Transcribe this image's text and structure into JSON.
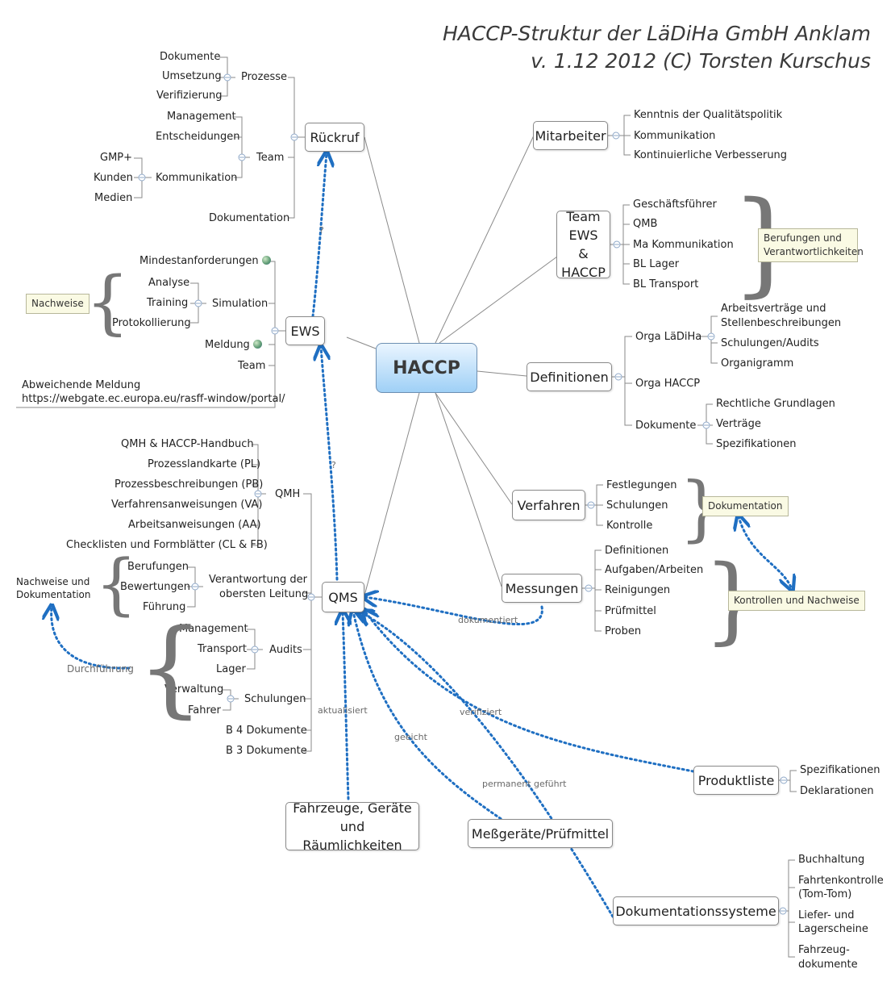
{
  "title": {
    "line1": "HACCP-Struktur der LäDiHa GmbH Anklam",
    "line2": "v. 1.12 2012 (C) Torsten Kurschus"
  },
  "central": "HACCP",
  "branches": {
    "rueckruf": {
      "label": "Rückruf",
      "prozesse": {
        "label": "Prozesse",
        "items": [
          "Dokumente",
          "Umsetzung",
          "Verifizierung"
        ]
      },
      "team": {
        "label": "Team",
        "management": "Management",
        "entscheidungen": "Entscheidungen",
        "kommunikation": {
          "label": "Kommunikation",
          "items": [
            "GMP+",
            "Kunden",
            "Medien"
          ]
        }
      },
      "dokumentation": "Dokumentation"
    },
    "ews": {
      "label": "EWS",
      "mindest": "Mindestanforderungen",
      "simulation": {
        "label": "Simulation",
        "items": [
          "Analyse",
          "Training",
          "Protokollierung"
        ]
      },
      "meldung": "Meldung",
      "team": "Team",
      "abweichend_1": "Abweichende Meldung",
      "abweichend_2": "https://webgate.ec.europa.eu/rasff-window/portal/",
      "nachweise": "Nachweise"
    },
    "qms": {
      "label": "QMS",
      "qmh": {
        "label": "QMH",
        "items": [
          "QMH & HACCP-Handbuch",
          "Prozesslandkarte (PL)",
          "Prozessbeschreibungen (PB)",
          "Verfahrensanweisungen (VA)",
          "Arbeitsanweisungen (AA)",
          "Checklisten und Formblätter (CL & FB)"
        ]
      },
      "verantwortung": {
        "label_1": "Verantwortung der",
        "label_2": "obersten Leitung",
        "items": [
          "Berufungen",
          "Bewertungen",
          "Führung"
        ]
      },
      "audits": {
        "label": "Audits",
        "items": [
          "Management",
          "Transport",
          "Lager"
        ]
      },
      "schulungen": {
        "label": "Schulungen",
        "items": [
          "Verwaltung",
          "Fahrer"
        ]
      },
      "b4": "B 4 Dokumente",
      "b3": "B 3 Dokumente",
      "nachweise_1": "Nachweise und",
      "nachweise_2": "Dokumentation",
      "durchfuehrung": "Durchführung"
    },
    "mitarbeiter": {
      "label": "Mitarbeiter",
      "items": [
        "Kenntnis der Qualitätspolitik",
        "Kommunikation",
        "Kontinuierliche Verbesserung"
      ]
    },
    "team_ews": {
      "label_1": "Team",
      "label_2": "EWS &",
      "label_3": "HACCP",
      "items": [
        "Geschäftsführer",
        "QMB",
        "Ma Kommunikation",
        "BL Lager",
        "BL Transport"
      ],
      "note_1": "Berufungen und",
      "note_2": "Verantwortlichkeiten"
    },
    "definitionen": {
      "label": "Definitionen",
      "orga_laediha": {
        "label": "Orga LäDiHa",
        "items": [
          "Arbeitsverträge und",
          "Stellenbeschreibungen",
          "Schulungen/Audits",
          "Organigramm"
        ]
      },
      "orga_haccp": "Orga HACCP",
      "dokumente": {
        "label": "Dokumente",
        "items": [
          "Rechtliche Grundlagen",
          "Verträge",
          "Spezifikationen"
        ]
      }
    },
    "verfahren": {
      "label": "Verfahren",
      "items": [
        "Festlegungen",
        "Schulungen",
        "Kontrolle"
      ],
      "note": "Dokumentation"
    },
    "messungen": {
      "label": "Messungen",
      "items": [
        "Definitionen",
        "Aufgaben/Arbeiten",
        "Reinigungen",
        "Prüfmittel",
        "Proben"
      ],
      "note": "Kontrollen und Nachweise"
    }
  },
  "floating": {
    "fahrzeuge_1": "Fahrzeuge, Geräte",
    "fahrzeuge_2": "und Räumlichkeiten",
    "messgeraete": "Meßgeräte/Prüfmittel",
    "produktliste": {
      "label": "Produktliste",
      "items": [
        "Spezifikationen",
        "Deklarationen"
      ]
    },
    "dokusysteme": {
      "label": "Dokumentationssysteme",
      "items": [
        "Buchhaltung",
        "Fahrtenkontrolle",
        "(Tom-Tom)",
        "Liefer- und",
        "Lagerscheine",
        "Fahrzeug-",
        "dokumente"
      ]
    }
  },
  "relations": {
    "q1": "?",
    "q2": "?",
    "dokumentiert": "dokumentiert",
    "aktualisiert": "aktualisiert",
    "geeicht": "geeicht",
    "verifiziert": "verifiziert",
    "permanent": "permanent geführt"
  },
  "colors": {
    "relation": "#1f6fc2",
    "connector": "#8a8a8a",
    "central_top": "#eaf5ff",
    "central_bottom": "#9fd0f6"
  }
}
